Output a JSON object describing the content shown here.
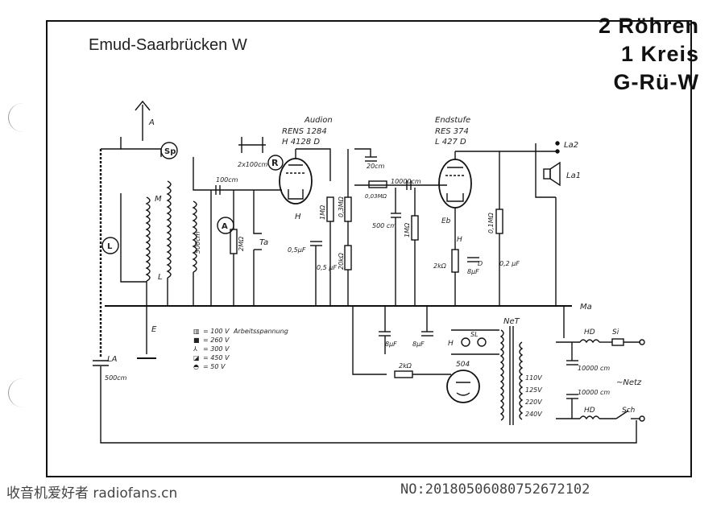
{
  "title": "Emud-Saarbrücken W",
  "summary": [
    "2 Röhren",
    "1 Kreis",
    "G-Rü-W"
  ],
  "watermark_left": "收音机爱好者 radiofans.cn",
  "watermark_right": "NO:20180506080752672102",
  "labels": {
    "antenna": "A",
    "speaker_switch": "Sp",
    "reaction_cap": "R",
    "reaction_cap_value": "2x100cm",
    "coil_m": "M",
    "coil_l": "L",
    "knob_l": "L",
    "tuning_a": "A",
    "cap_100": "100cm",
    "cap_500": "500cm",
    "res_2m": "2MΩ",
    "ta": "Ta",
    "audion": "Audion",
    "audion_tube1": "RENS 1284",
    "audion_tube2": "H 4128 D",
    "h1": "H",
    "res_1m_a": "1MΩ",
    "cap_05a": "0,5μF",
    "cap_05b": "0,5 μF",
    "res_03m": "0,3MΩ",
    "res_20k": "20kΩ",
    "cap_20": "20cm",
    "res_003": "0,03MΩ",
    "cap_10000": "10000cm",
    "cap_500b": "500 cm",
    "res_1m_b": "1MΩ",
    "endstufe": "Endstufe",
    "end_tube1": "RES 374",
    "end_tube2": "L 427 D",
    "eb": "Eb",
    "h2": "H",
    "res_2k": "2kΩ",
    "cap_8a": "8μF",
    "d": "D",
    "res_01m": "0,1MΩ",
    "cap_02": "0,2 μF",
    "la2": "La2",
    "la1": "La1",
    "ma": "Ma",
    "e": "E",
    "la": "LA",
    "la_cap": "500cm",
    "net": "NeT",
    "hd1": "HD",
    "si": "Si",
    "cap_8b": "8μF",
    "cap_8c": "8μF",
    "h3": "H",
    "sl": "SL",
    "rect": "504",
    "res_2k_b": "2kΩ",
    "v110": "110V",
    "v125": "125V",
    "v220": "220V",
    "v240": "240V",
    "cap_10000b": "10000 cm",
    "cap_10000c": "10000 cm",
    "netz": "~Netz",
    "hd2": "HD",
    "sch": "Sch"
  },
  "legend": {
    "heading": "Arbeitsspannung",
    "rows": [
      {
        "symbol": "▥",
        "voltage": "= 100 V"
      },
      {
        "symbol": "■",
        "voltage": "= 260 V"
      },
      {
        "symbol": "⅄",
        "voltage": "= 300 V"
      },
      {
        "symbol": "◪",
        "voltage": "= 450 V"
      },
      {
        "symbol": "◓",
        "voltage": "= 50 V"
      }
    ]
  }
}
